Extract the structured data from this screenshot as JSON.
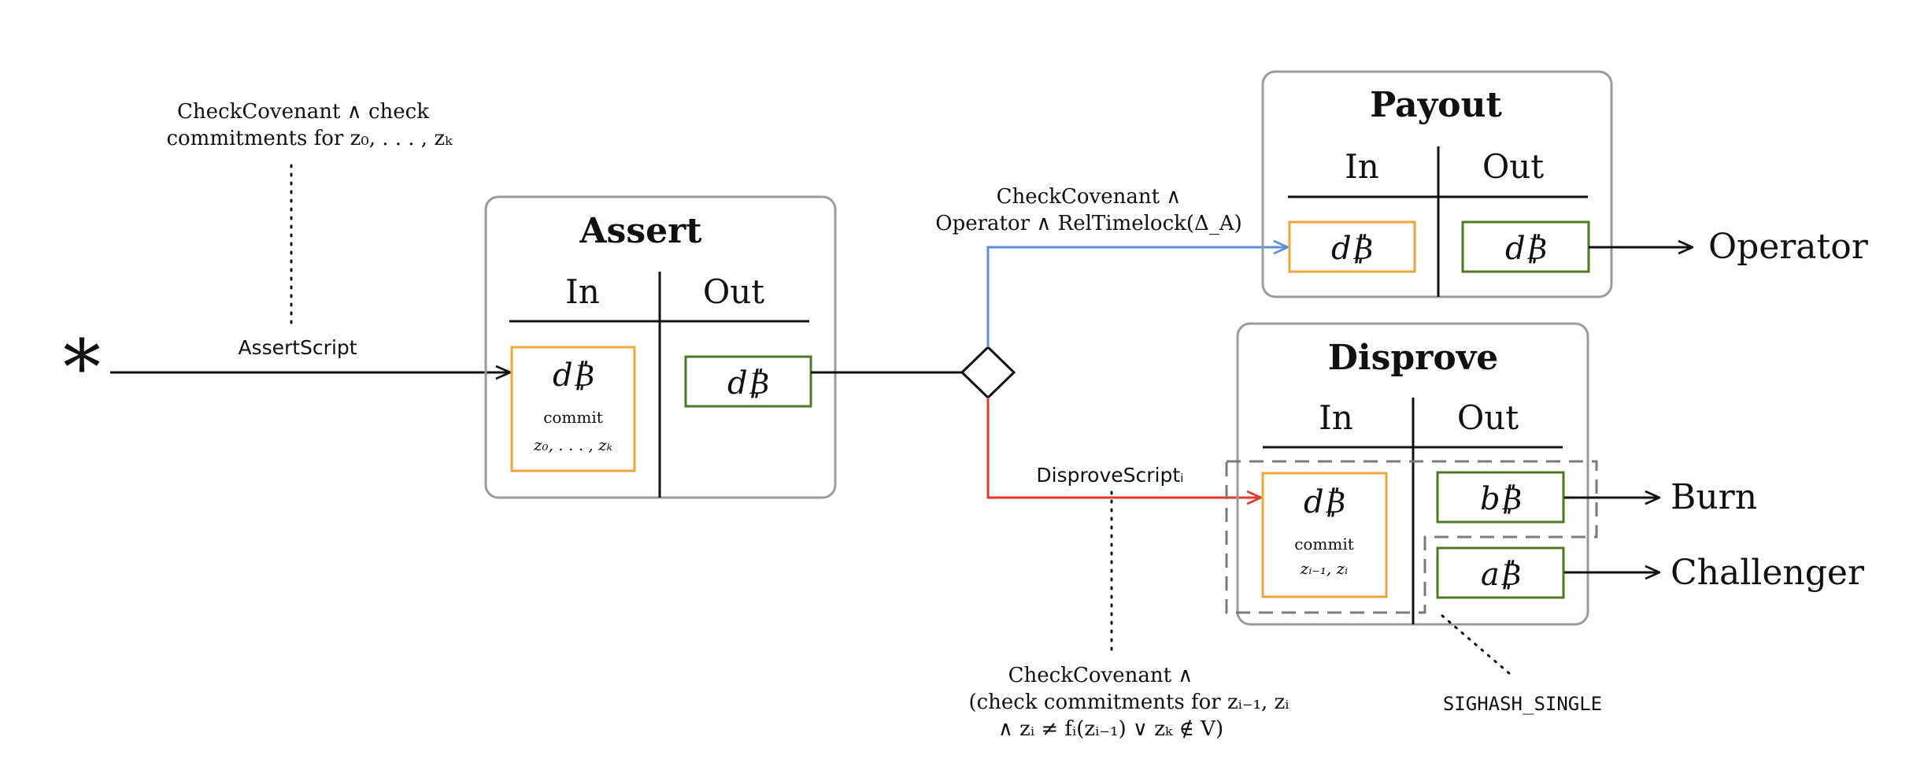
{
  "colors": {
    "box_border": "#9a9a9a",
    "input_orange": "#f0a53a",
    "output_green": "#4b7a23",
    "edge_blue": "#5b8fdc",
    "edge_red": "#e03a2c",
    "edge_black": "#111111",
    "dashed_gray": "#7a7a7a"
  },
  "start_symbol": "*",
  "assert": {
    "title": "Assert",
    "in_label": "In",
    "out_label": "Out",
    "in_amount": "d₿",
    "in_commit": "commit",
    "in_vars": "z₀, . . . , zₖ",
    "out_amount": "d₿"
  },
  "payout": {
    "title": "Payout",
    "in_label": "In",
    "out_label": "Out",
    "in_amount": "d₿",
    "out_amount": "d₿",
    "destination": "Operator"
  },
  "disprove": {
    "title": "Disprove",
    "in_label": "In",
    "out_label": "Out",
    "in_amount": "d₿",
    "in_commit": "commit",
    "in_vars": "zᵢ₋₁, zᵢ",
    "out_burn_amount": "b₿",
    "out_challenger_amount": "a₿",
    "burn_label": "Burn",
    "challenger_label": "Challenger",
    "sighash_label": "SIGHASH_SINGLE"
  },
  "edges": {
    "assert_script": "AssertScript",
    "assert_condition_line1": "CheckCovenant ∧ check",
    "assert_condition_line2": "commitments for z₀, . . . , zₖ",
    "payout_condition_line1": "CheckCovenant ∧",
    "payout_condition_line2": "Operator ∧ RelTimelock(Δ_A)",
    "disprove_script": "DisproveScriptᵢ",
    "disprove_condition_line1": "CheckCovenant ∧",
    "disprove_condition_line2": "(check commitments for zᵢ₋₁, zᵢ",
    "disprove_condition_line3": "∧ zᵢ ≠ fᵢ(zᵢ₋₁) ∨ zₖ ∉ V)"
  }
}
